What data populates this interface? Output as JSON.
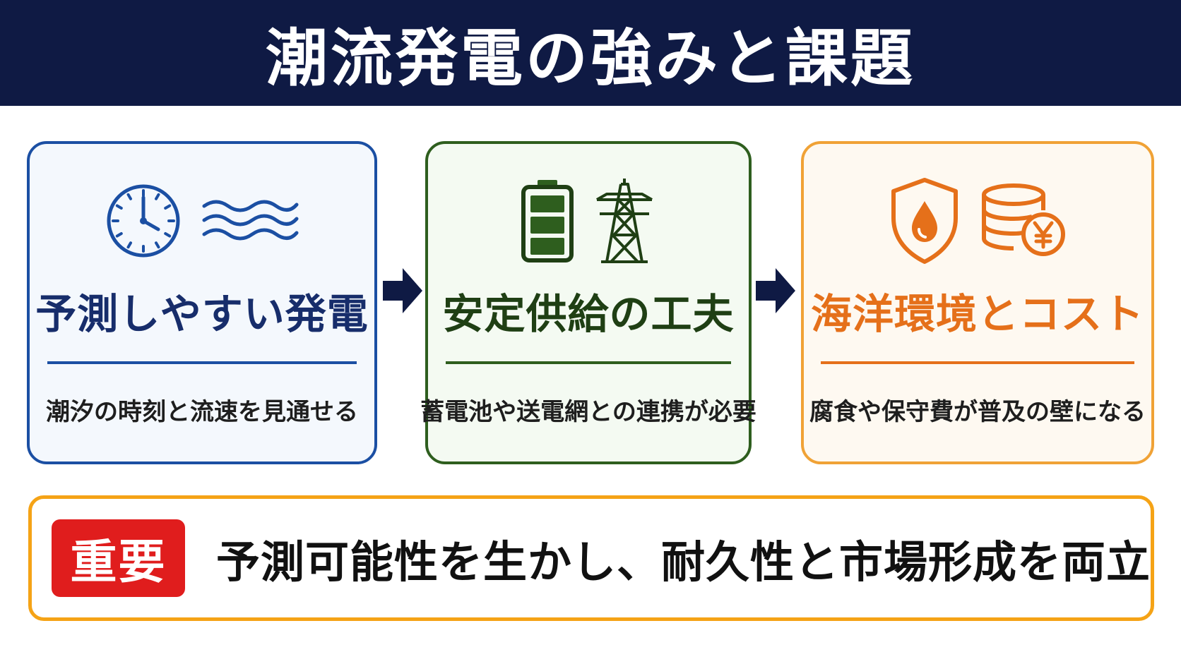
{
  "title": "潮流発電の強みと課題",
  "cards": [
    {
      "title": "予測しやすい発電",
      "subtitle": "潮汐の時刻と流速を見通せる",
      "icons": [
        "clock-icon",
        "waves-icon"
      ],
      "color": "#1b4fa3"
    },
    {
      "title": "安定供給の工夫",
      "subtitle": "蓄電池や送電網との連携が必要",
      "icons": [
        "battery-icon",
        "power-tower-icon"
      ],
      "color": "#2e5e1e"
    },
    {
      "title": "海洋環境とコスト",
      "subtitle": "腐食や保守費が普及の壁になる",
      "icons": [
        "shield-drop-icon",
        "coins-yen-icon"
      ],
      "color": "#e5701a"
    }
  ],
  "important": {
    "badge": "重要",
    "text": "予測可能性を生かし、耐久性と市場形成を両立",
    "badge_color": "#e01d1d",
    "border_color": "#f5a316"
  },
  "header_color": "#0f1a44"
}
